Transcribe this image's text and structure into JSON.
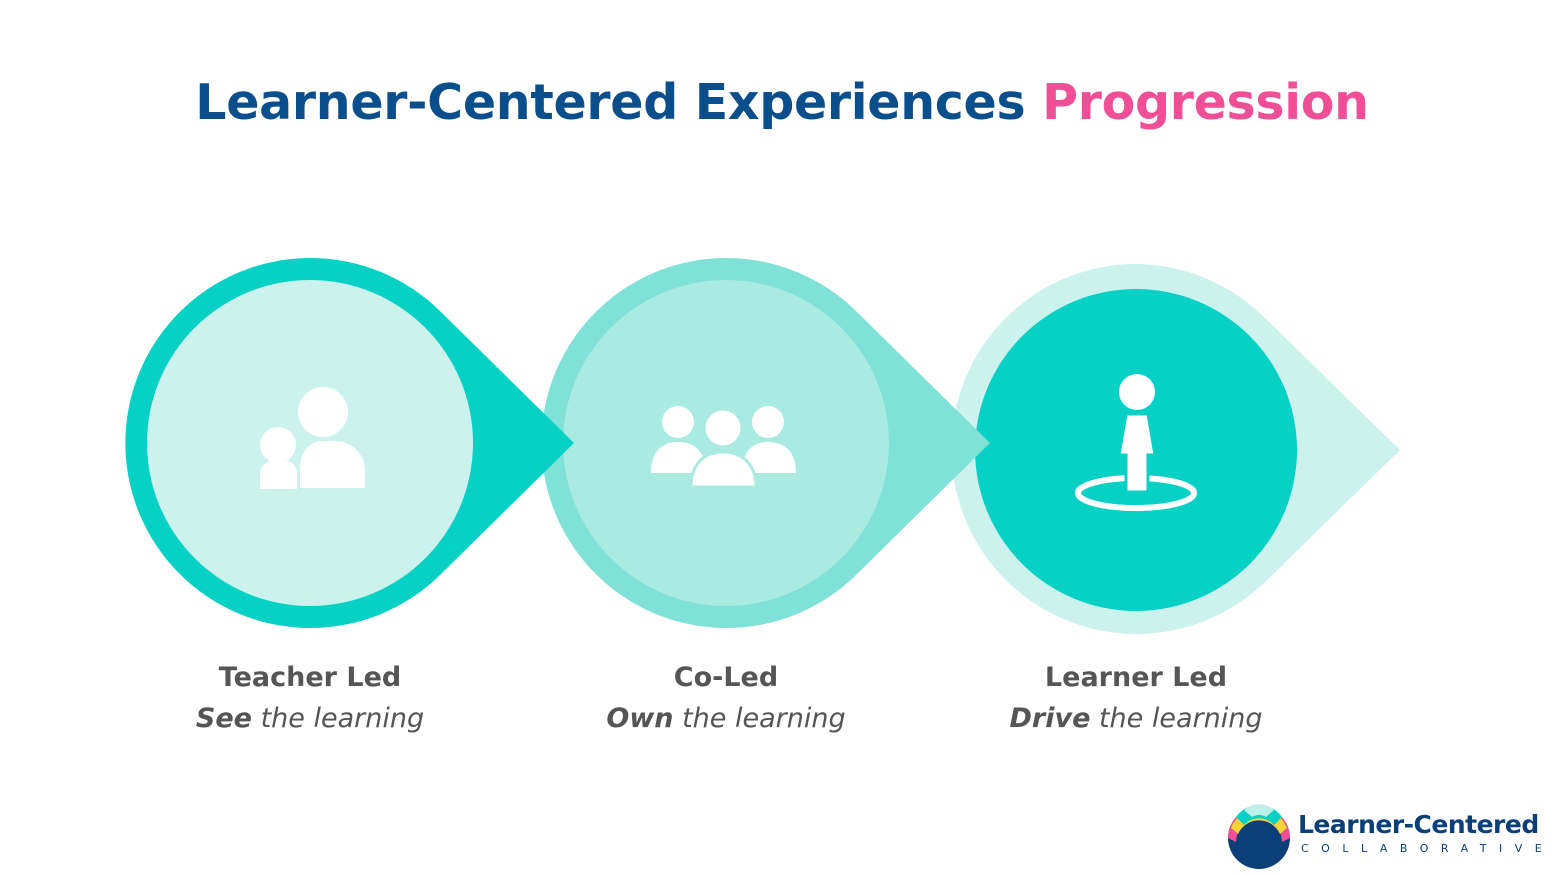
{
  "title": {
    "main": "Learner-Centered Experiences",
    "accent": "Progression"
  },
  "colors": {
    "title": "#0b4e8c",
    "accent": "#ef4f96",
    "teal_strong": "#06d1c4",
    "teal_mid": "#7fe1d7",
    "teal_light": "#cbf2ed",
    "label": "#555555"
  },
  "stages": [
    {
      "name": "Teacher Led",
      "verb": "See",
      "rest": " the learning",
      "icon": "teacher-student-icon"
    },
    {
      "name": "Co-Led",
      "verb": "Own",
      "rest": " the learning",
      "icon": "group-icon"
    },
    {
      "name": "Learner Led",
      "verb": "Drive",
      "rest": " the learning",
      "icon": "learner-standing-icon"
    }
  ],
  "logo": {
    "name": "Learner-Centered",
    "sub": "COLLABORATIVE"
  }
}
